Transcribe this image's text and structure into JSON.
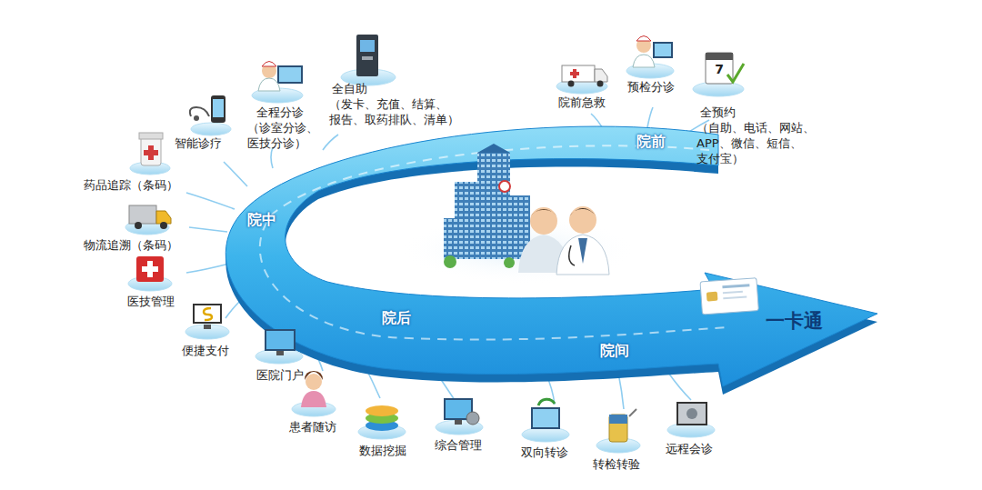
{
  "diagram": {
    "labels": [
      "全自助",
      "（发卡、充值、结算、 报告、取药排队、清单）",
      "全程分诊",
      "（诊室分诊、 医技分诊）",
      "智能诊疗",
      "药品追踪（条码）",
      "物流追溯（条码）",
      "医技管理",
      "便捷支付",
      "医院门户",
      "患者随访",
      "数据挖掘",
      "综合管理",
      "双向转诊",
      "转检转验",
      "远程会诊",
      "院前急救",
      "预检分诊",
      "全预约",
      "（自助、电话、网站、 APP、微信、短信、支付宝）",
      "院前",
      "院中",
      "院后",
      "院间",
      "一卡通",
      "7"
    ]
  }
}
